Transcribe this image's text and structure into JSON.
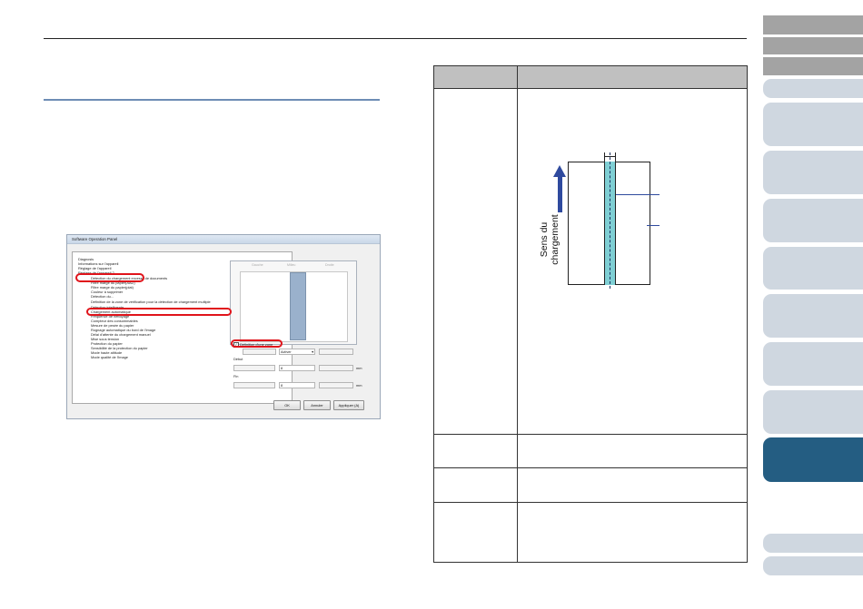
{
  "dialog": {
    "title": "Software Operation Panel",
    "tree_items": [
      "Diagnosis",
      "Informations sur l'appareil",
      "Réglage de l'appareil",
      "Réglage de l'appareil 2",
      "Détection du chargement excessif de documents",
      "Filtre marge du papier(AAD)",
      "Filtre marge du papier(plat)",
      "Couleur à supprimer",
      "Détection du...",
      "Définition de la zone de vérification pour la détection de chargement multiple",
      "Détection intelligente",
      "Chargement automatique",
      "Fréquence de nettoyage",
      "Compteur des consommables",
      "Mesure de pesée du papier",
      "Rognage automatique du bord de l'image",
      "Délai d'attente du chargement manuel",
      "Mise sous tension",
      "Protection du papier",
      "Sensibilité de la protection du papier",
      "Mode haute altitude",
      "Mode qualité de l'image"
    ],
    "preview_labels": [
      "Gauche",
      "Milieu",
      "Droite"
    ],
    "checkbox_label": "Définition d'une zone",
    "select_value": "Activer",
    "debut_label": "Début",
    "fin_label": "Fin",
    "debut_value": "8",
    "fin_value": "8",
    "unit": "mm",
    "buttons": {
      "ok": "OK",
      "cancel": "Annuler",
      "apply": "Appliquer (A)"
    }
  },
  "diagram": {
    "direction_label_line1": "Sens du",
    "direction_label_line2": "chargement"
  }
}
